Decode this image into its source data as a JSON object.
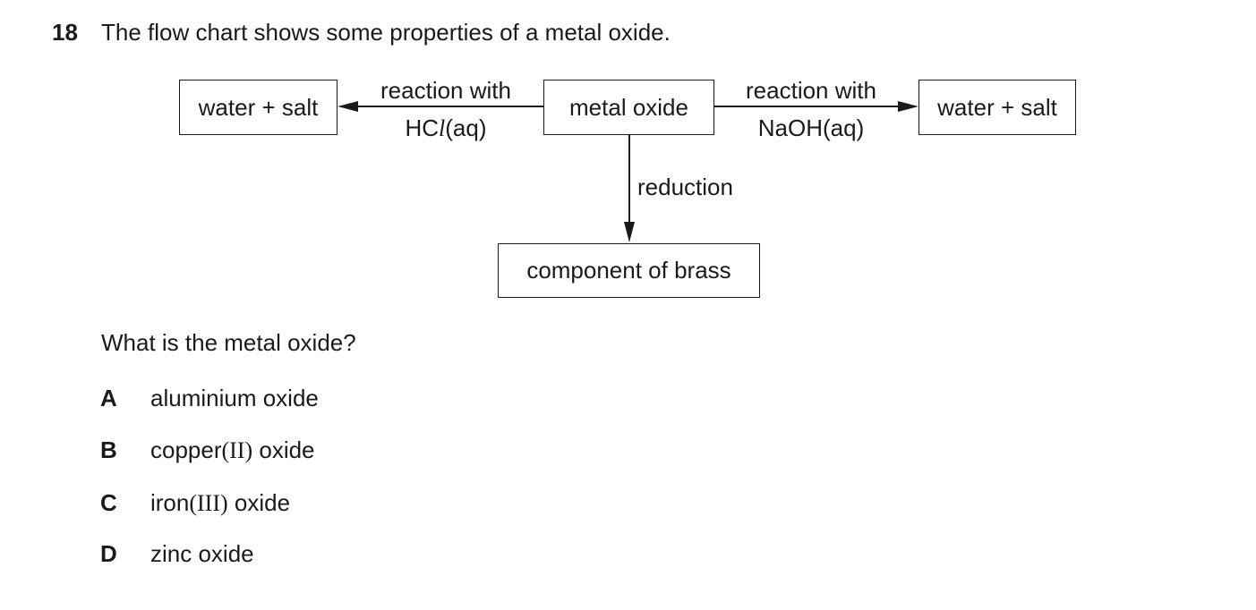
{
  "question": {
    "number": "18",
    "stem": "The flow chart shows some properties of a metal oxide.",
    "prompt": "What is the metal oxide?"
  },
  "flowchart": {
    "center_box": "metal oxide",
    "left_box": "water + salt",
    "right_box": "water + salt",
    "bottom_box": "component of brass",
    "left_arrow_label_top": "reaction with",
    "left_arrow_label_bottom": {
      "prefix": "HC",
      "italic": "l",
      "suffix": "(aq)"
    },
    "right_arrow_label_top": "reaction with",
    "right_arrow_label_bottom": "NaOH(aq)",
    "down_arrow_label": "reduction"
  },
  "options": [
    {
      "letter": "A",
      "text": "aluminium oxide"
    },
    {
      "letter": "B",
      "pre": "copper",
      "roman": "(II)",
      "post": " oxide"
    },
    {
      "letter": "C",
      "pre": "iron",
      "roman": "(III)",
      "post": " oxide"
    },
    {
      "letter": "D",
      "text": "zinc oxide"
    }
  ]
}
